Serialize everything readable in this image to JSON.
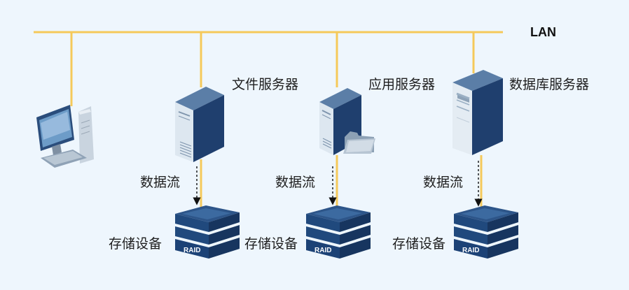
{
  "network": {
    "label": "LAN"
  },
  "servers": [
    {
      "label": "文件服务器"
    },
    {
      "label": "应用服务器"
    },
    {
      "label": "数据库服务器"
    }
  ],
  "data_flow_label": "数据流",
  "storage": {
    "label": "存储设备",
    "raid_label": "RAID"
  },
  "colors": {
    "background": "#eef6fd",
    "lan_line": "#f5c95a",
    "server_dark": "#1f3f6e",
    "server_light": "#dfe8f1",
    "storage_dark": "#1c3a66"
  }
}
